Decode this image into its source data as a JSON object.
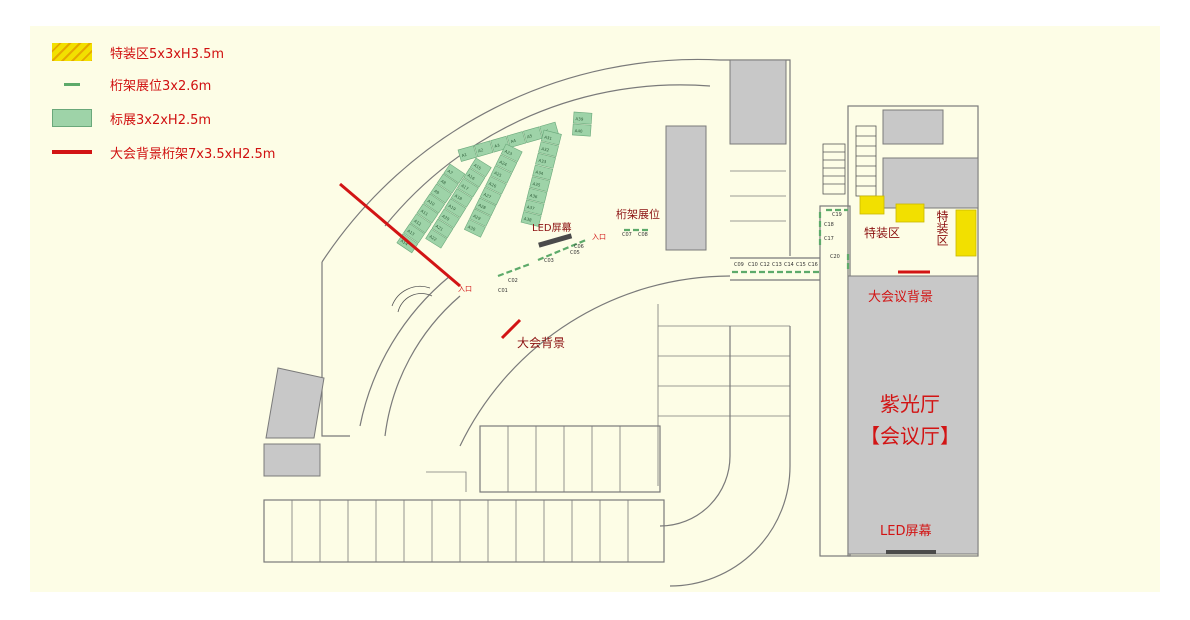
{
  "legend": [
    {
      "label": "特装区5x3xH3.5m",
      "swatch": "special-zone",
      "color": "#f2e000"
    },
    {
      "label": "桁架展位3x2.6m",
      "swatch": "truss-booth",
      "color": "#5daa6a"
    },
    {
      "label": "标展3x2xH2.5m",
      "swatch": "standard-booth",
      "color": "#9ed3a8"
    },
    {
      "label": "大会背景桁架7x3.5xH2.5m",
      "swatch": "backdrop-truss",
      "color": "#d21414"
    }
  ],
  "labels": {
    "led_screen_top": "LED屏幕",
    "truss_booth": "桁架展位",
    "entrance": "入口",
    "backdrop_mid": "大会背景",
    "special_zone": "特装区",
    "special_zone_vertical": "特装区",
    "backdrop_hall": "大会议背景",
    "hall_name": "紫光厅",
    "hall_sub": "【会议厅】",
    "led_screen_hall": "LED屏幕"
  },
  "booths_standard": [
    "A1",
    "A2",
    "A3",
    "A4",
    "A5",
    "A6",
    "A7",
    "A8",
    "A9",
    "A10",
    "A11",
    "A12",
    "A13",
    "A14",
    "A15",
    "A16",
    "A17",
    "A18",
    "A19",
    "A20",
    "A21",
    "A22",
    "A23",
    "A24",
    "A25",
    "A26",
    "A27",
    "A28",
    "A29",
    "A30",
    "A31",
    "A32",
    "A33",
    "A34",
    "A35",
    "A36",
    "A37",
    "A38",
    "A39",
    "A40"
  ],
  "booths_truss": [
    "C01",
    "C02",
    "C03",
    "C05",
    "C06",
    "C07",
    "C08",
    "C09",
    "C10",
    "C12",
    "C13",
    "C14",
    "C15",
    "C16",
    "C17",
    "C18",
    "C19",
    "C20"
  ],
  "colors": {
    "background": "#fdfde6",
    "wall": "#7a7a7a",
    "room_fill": "#c8c8c8",
    "booth_fill": "#9ed3a8",
    "truss": "#5daa6a",
    "accent_red": "#d21414",
    "label_dark_red": "#8b1010"
  }
}
